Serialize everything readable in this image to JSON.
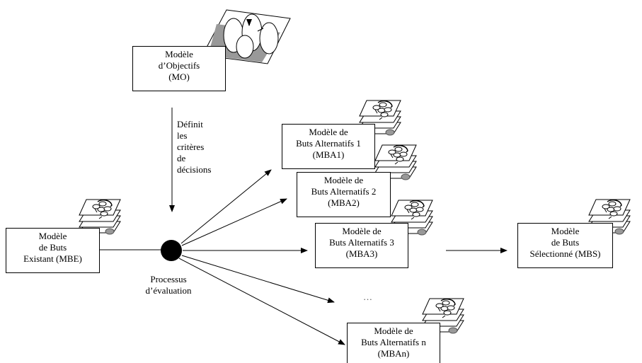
{
  "mo": {
    "line1": "Modèle",
    "line2": "d’Objectifs",
    "line3": "(MO)"
  },
  "definit": {
    "line1": "Définit",
    "line2": "les",
    "line3": "critères",
    "line4": "de",
    "line5": "décisions"
  },
  "mbe": {
    "line1": "Modèle",
    "line2": "de Buts",
    "line3": "Existant (MBE)"
  },
  "processus": {
    "line1": "Processus",
    "line2": "d’évaluation"
  },
  "mba1": {
    "line1": "Modèle de",
    "line2": "Buts Alternatifs 1",
    "line3": "(MBA1)"
  },
  "mba2": {
    "line1": "Modèle de",
    "line2": "Buts Alternatifs 2",
    "line3": "(MBA2)"
  },
  "mba3": {
    "line1": "Modèle de",
    "line2": "Buts Alternatifs 3",
    "line3": "(MBA3)"
  },
  "ellipsis": "…",
  "mban": {
    "line1": "Modèle de",
    "line2": "Buts Alternatifs n",
    "line3": "(MBAn)"
  },
  "mbs": {
    "line1": "Modèle",
    "line2": "de Buts",
    "line3": "Sélectionné (MBS)"
  }
}
